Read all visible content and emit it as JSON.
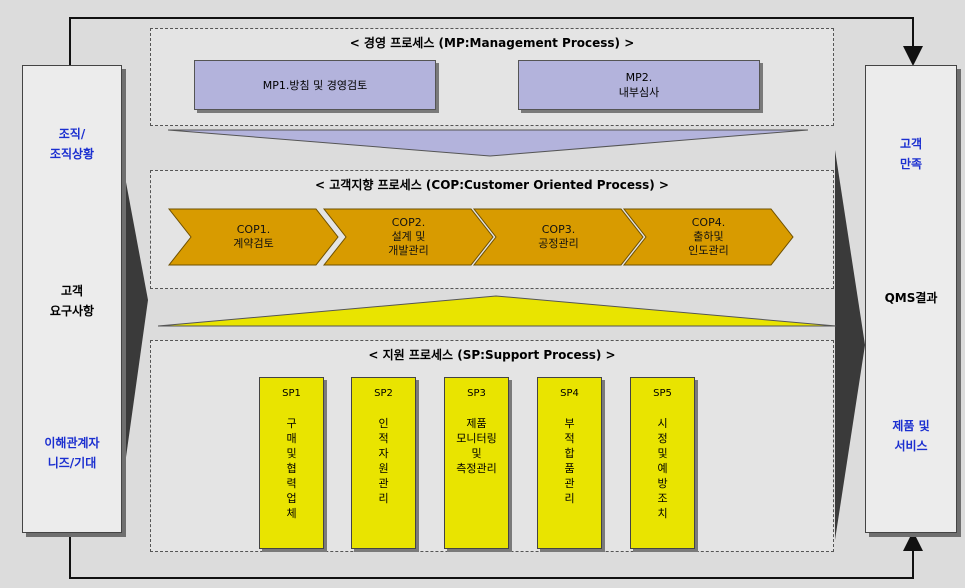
{
  "left_panel": {
    "top": "조직/\n조직상황",
    "middle": "고객\n요구사항",
    "bottom": "이해관계자\n니즈/기대"
  },
  "right_panel": {
    "top": "고객\n만족",
    "middle": "QMS결과",
    "bottom": "제품 및\n서비스"
  },
  "management": {
    "header": "< 경영 프로세스 (MP:Management Process) >",
    "items": [
      {
        "label": "MP1.방침 및 경영검토"
      },
      {
        "label": "MP2.\n내부심사"
      }
    ]
  },
  "customer": {
    "header": "< 고객지향 프로세스 (COP:Customer Oriented Process) >",
    "items": [
      {
        "label": "COP1.\n계약검토"
      },
      {
        "label": "COP2.\n설계 및\n개발관리"
      },
      {
        "label": "COP3.\n공정관리"
      },
      {
        "label": "COP4.\n출하및\n인도관리"
      }
    ]
  },
  "support": {
    "header": "< 지원 프로세스 (SP:Support Process) >",
    "items": [
      {
        "code": "SP1",
        "label": "구\n매\n및\n협\n력\n업\n체"
      },
      {
        "code": "SP2",
        "label": "인\n적\n자\n원\n관\n리"
      },
      {
        "code": "SP3",
        "label": "제품\n모니터링\n및\n측정관리"
      },
      {
        "code": "SP4",
        "label": "부\n적\n합\n품\n관\n리"
      },
      {
        "code": "SP5",
        "label": "시\n정\n및\n예\n방\n조\n치"
      }
    ]
  },
  "colors": {
    "mp_fill": "#b3b3dc",
    "cop_fill": "#d89b00",
    "sp_fill": "#e9e400",
    "accent_text": "#1b2fd0"
  }
}
